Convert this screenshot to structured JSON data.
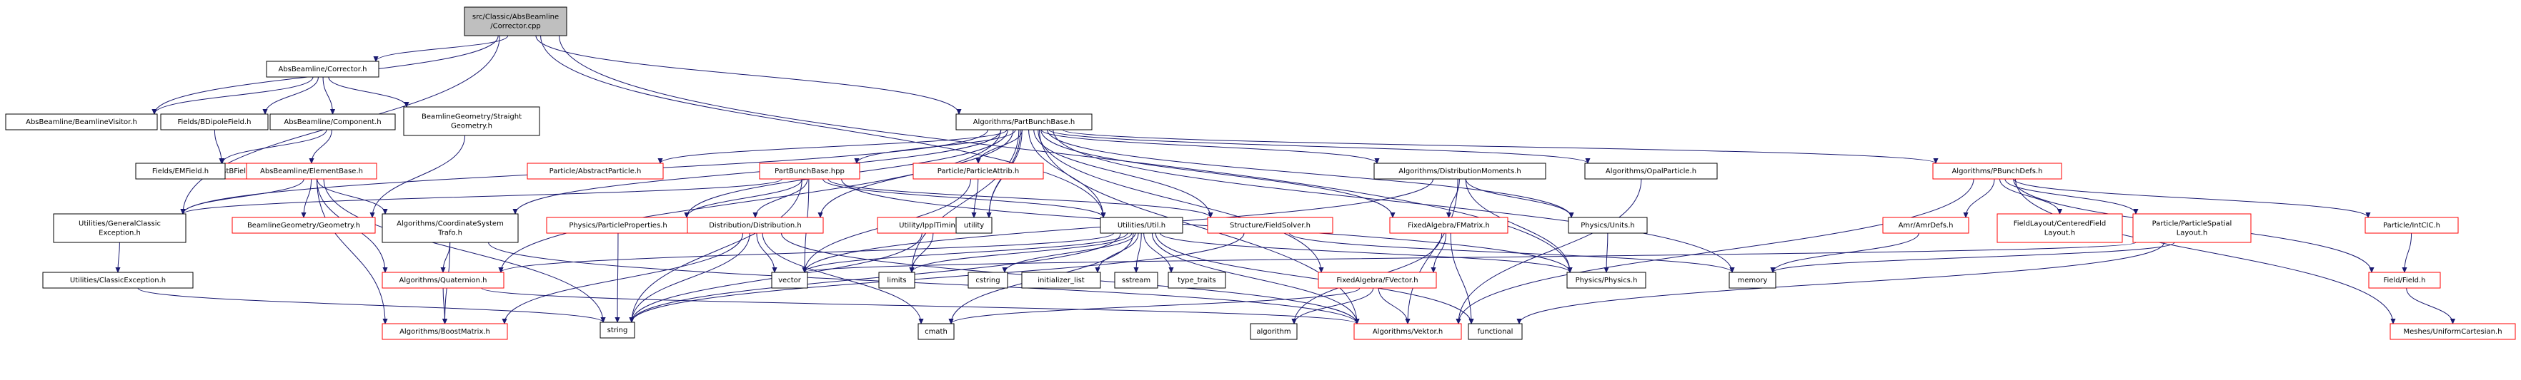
{
  "colors": {
    "edge": "#191970",
    "node_border": "#000000",
    "incomplete_border": "#ff0000",
    "root_fill": "#bfbfbf"
  },
  "nodes": [
    {
      "id": "root",
      "lines": [
        "src/Classic/AbsBeamline",
        "/Corrector.cpp"
      ],
      "kind": "root"
    },
    {
      "id": "corrector",
      "lines": [
        "AbsBeamline/Corrector.h"
      ],
      "kind": "normal"
    },
    {
      "id": "beamlinevisitor",
      "lines": [
        "AbsBeamline/BeamlineVisitor.h"
      ],
      "kind": "normal"
    },
    {
      "id": "bdipolefield",
      "lines": [
        "Fields/BDipoleField.h"
      ],
      "kind": "normal"
    },
    {
      "id": "component",
      "lines": [
        "AbsBeamline/Component.h"
      ],
      "kind": "normal"
    },
    {
      "id": "straightgeom",
      "lines": [
        "BeamlineGeometry/Straight",
        "Geometry.h"
      ],
      "kind": "normal"
    },
    {
      "id": "constbfield",
      "lines": [
        "Fields/ConstBField.h"
      ],
      "kind": "red"
    },
    {
      "id": "emfield",
      "lines": [
        "Fields/EMField.h"
      ],
      "kind": "normal"
    },
    {
      "id": "elementbase",
      "lines": [
        "AbsBeamline/ElementBase.h"
      ],
      "kind": "red"
    },
    {
      "id": "gce",
      "lines": [
        "Utilities/GeneralClassic",
        "Exception.h"
      ],
      "kind": "normal"
    },
    {
      "id": "classicexc",
      "lines": [
        "Utilities/ClassicException.h"
      ],
      "kind": "normal"
    },
    {
      "id": "bgeometry",
      "lines": [
        "BeamlineGeometry/Geometry.h"
      ],
      "kind": "red"
    },
    {
      "id": "coordsys",
      "lines": [
        "Algorithms/CoordinateSystem",
        "Trafo.h"
      ],
      "kind": "normal"
    },
    {
      "id": "quaternion",
      "lines": [
        "Algorithms/Quaternion.h"
      ],
      "kind": "red"
    },
    {
      "id": "boostmatrix",
      "lines": [
        "Algorithms/BoostMatrix.h"
      ],
      "kind": "red"
    },
    {
      "id": "string",
      "lines": [
        "string"
      ],
      "kind": "gray"
    },
    {
      "id": "partbunchbase",
      "lines": [
        "Algorithms/PartBunchBase.h"
      ],
      "kind": "normal"
    },
    {
      "id": "abstractparticle",
      "lines": [
        "Particle/AbstractParticle.h"
      ],
      "kind": "red"
    },
    {
      "id": "partbunchhpp",
      "lines": [
        "PartBunchBase.hpp"
      ],
      "kind": "red"
    },
    {
      "id": "particleattrib",
      "lines": [
        "Particle/ParticleAttrib.h"
      ],
      "kind": "red"
    },
    {
      "id": "physparticleprops",
      "lines": [
        "Physics/ParticleProperties.h"
      ],
      "kind": "red"
    },
    {
      "id": "distribution",
      "lines": [
        "Distribution/Distribution.h"
      ],
      "kind": "red"
    },
    {
      "id": "ippltimings",
      "lines": [
        "Utility/IpplTimings.h"
      ],
      "kind": "red"
    },
    {
      "id": "utilutil",
      "lines": [
        "Utilities/Util.h"
      ],
      "kind": "normal"
    },
    {
      "id": "fieldsolver",
      "lines": [
        "Structure/FieldSolver.h"
      ],
      "kind": "red"
    },
    {
      "id": "distmoments",
      "lines": [
        "Algorithms/DistributionMoments.h"
      ],
      "kind": "normal"
    },
    {
      "id": "fmatrix",
      "lines": [
        "FixedAlgebra/FMatrix.h"
      ],
      "kind": "red"
    },
    {
      "id": "fvector",
      "lines": [
        "FixedAlgebra/FVector.h"
      ],
      "kind": "red"
    },
    {
      "id": "physunits",
      "lines": [
        "Physics/Units.h"
      ],
      "kind": "normal"
    },
    {
      "id": "opalparticle",
      "lines": [
        "Algorithms/OpalParticle.h"
      ],
      "kind": "normal"
    },
    {
      "id": "physphysics",
      "lines": [
        "Physics/Physics.h"
      ],
      "kind": "normal"
    },
    {
      "id": "pbunchdefs",
      "lines": [
        "Algorithms/PBunchDefs.h"
      ],
      "kind": "red"
    },
    {
      "id": "amrdefs",
      "lines": [
        "Amr/AmrDefs.h"
      ],
      "kind": "red"
    },
    {
      "id": "centeredfield",
      "lines": [
        "FieldLayout/CenteredField",
        "Layout.h"
      ],
      "kind": "red"
    },
    {
      "id": "spatiallayout",
      "lines": [
        "Particle/ParticleSpatial",
        "Layout.h"
      ],
      "kind": "red"
    },
    {
      "id": "intcic",
      "lines": [
        "Particle/IntCIC.h"
      ],
      "kind": "red"
    },
    {
      "id": "fieldfield",
      "lines": [
        "Field/Field.h"
      ],
      "kind": "red"
    },
    {
      "id": "uniformcart",
      "lines": [
        "Meshes/UniformCartesian.h"
      ],
      "kind": "red"
    },
    {
      "id": "vektor",
      "lines": [
        "Algorithms/Vektor.h"
      ],
      "kind": "red"
    },
    {
      "id": "vector",
      "lines": [
        "vector"
      ],
      "kind": "gray"
    },
    {
      "id": "limits",
      "lines": [
        "limits"
      ],
      "kind": "gray"
    },
    {
      "id": "cstring",
      "lines": [
        "cstring"
      ],
      "kind": "gray"
    },
    {
      "id": "initlist",
      "lines": [
        "initializer_list"
      ],
      "kind": "gray"
    },
    {
      "id": "sstream",
      "lines": [
        "sstream"
      ],
      "kind": "gray"
    },
    {
      "id": "typetraits",
      "lines": [
        "type_traits"
      ],
      "kind": "gray"
    },
    {
      "id": "cmath",
      "lines": [
        "cmath"
      ],
      "kind": "gray"
    },
    {
      "id": "algorithm",
      "lines": [
        "algorithm"
      ],
      "kind": "gray"
    },
    {
      "id": "functional",
      "lines": [
        "functional"
      ],
      "kind": "gray"
    },
    {
      "id": "memory",
      "lines": [
        "memory"
      ],
      "kind": "gray"
    },
    {
      "id": "utility",
      "lines": [
        "utility"
      ],
      "kind": "gray"
    }
  ],
  "edges": [
    [
      "root",
      "corrector"
    ],
    [
      "root",
      "beamlinevisitor"
    ],
    [
      "root",
      "gce"
    ],
    [
      "root",
      "partbunchbase"
    ],
    [
      "root",
      "utilutil"
    ],
    [
      "root",
      "physphysics"
    ],
    [
      "corrector",
      "beamlinevisitor"
    ],
    [
      "corrector",
      "bdipolefield"
    ],
    [
      "corrector",
      "component"
    ],
    [
      "corrector",
      "straightgeom"
    ],
    [
      "bdipolefield",
      "constbfield"
    ],
    [
      "component",
      "emfield"
    ],
    [
      "component",
      "elementbase"
    ],
    [
      "straightgeom",
      "bgeometry"
    ],
    [
      "elementbase",
      "gce"
    ],
    [
      "elementbase",
      "bgeometry"
    ],
    [
      "elementbase",
      "coordsys"
    ],
    [
      "elementbase",
      "quaternion"
    ],
    [
      "elementbase",
      "string"
    ],
    [
      "elementbase",
      "boostmatrix"
    ],
    [
      "gce",
      "classicexc"
    ],
    [
      "classicexc",
      "string"
    ],
    [
      "coordsys",
      "quaternion"
    ],
    [
      "coordsys",
      "boostmatrix"
    ],
    [
      "coordsys",
      "vektor"
    ],
    [
      "quaternion",
      "boostmatrix"
    ],
    [
      "quaternion",
      "vektor"
    ],
    [
      "partbunchbase",
      "gce"
    ],
    [
      "partbunchbase",
      "abstractparticle"
    ],
    [
      "partbunchbase",
      "partbunchhpp"
    ],
    [
      "partbunchbase",
      "particleattrib"
    ],
    [
      "partbunchbase",
      "physparticleprops"
    ],
    [
      "partbunchbase",
      "distribution"
    ],
    [
      "partbunchbase",
      "ippltimings"
    ],
    [
      "partbunchbase",
      "utilutil"
    ],
    [
      "partbunchbase",
      "fieldsolver"
    ],
    [
      "partbunchbase",
      "distmoments"
    ],
    [
      "partbunchbase",
      "fmatrix"
    ],
    [
      "partbunchbase",
      "fvector"
    ],
    [
      "partbunchbase",
      "physunits"
    ],
    [
      "partbunchbase",
      "opalparticle"
    ],
    [
      "partbunchbase",
      "pbunchdefs"
    ],
    [
      "partbunchbase",
      "quaternion"
    ],
    [
      "partbunchbase",
      "coordsys"
    ],
    [
      "partbunchbase",
      "vektor"
    ],
    [
      "partbunchbase",
      "utility"
    ],
    [
      "partbunchbase",
      "memory"
    ],
    [
      "partbunchbase",
      "limits"
    ],
    [
      "partbunchhpp",
      "gce"
    ],
    [
      "partbunchhpp",
      "physparticleprops"
    ],
    [
      "partbunchhpp",
      "distribution"
    ],
    [
      "partbunchhpp",
      "utilutil"
    ],
    [
      "partbunchhpp",
      "fieldsolver"
    ],
    [
      "partbunchhpp",
      "string"
    ],
    [
      "partbunchhpp",
      "vector"
    ],
    [
      "partbunchhpp",
      "physphysics"
    ],
    [
      "particleattrib",
      "utility"
    ],
    [
      "particleattrib",
      "vector"
    ],
    [
      "physparticleprops",
      "string"
    ],
    [
      "distribution",
      "string"
    ],
    [
      "distribution",
      "vector"
    ],
    [
      "distribution",
      "cmath"
    ],
    [
      "distribution",
      "boostmatrix"
    ],
    [
      "distribution",
      "vektor"
    ],
    [
      "ippltimings",
      "string"
    ],
    [
      "ippltimings",
      "limits"
    ],
    [
      "utilutil",
      "quaternion"
    ],
    [
      "utilutil",
      "vektor"
    ],
    [
      "utilutil",
      "physphysics"
    ],
    [
      "utilutil",
      "string"
    ],
    [
      "utilutil",
      "vector"
    ],
    [
      "utilutil",
      "limits"
    ],
    [
      "utilutil",
      "cstring"
    ],
    [
      "utilutil",
      "initlist"
    ],
    [
      "utilutil",
      "sstream"
    ],
    [
      "utilutil",
      "typetraits"
    ],
    [
      "utilutil",
      "cmath"
    ],
    [
      "utilutil",
      "functional"
    ],
    [
      "fieldsolver",
      "string"
    ],
    [
      "fieldsolver",
      "memory"
    ],
    [
      "distmoments",
      "vector"
    ],
    [
      "distmoments",
      "fmatrix"
    ],
    [
      "distmoments",
      "physunits"
    ],
    [
      "distmoments",
      "physphysics"
    ],
    [
      "distmoments",
      "vektor"
    ],
    [
      "fmatrix",
      "fvector"
    ],
    [
      "fmatrix",
      "algorithm"
    ],
    [
      "fmatrix",
      "functional"
    ],
    [
      "fvector",
      "algorithm"
    ],
    [
      "fvector",
      "cmath"
    ],
    [
      "fvector",
      "vektor"
    ],
    [
      "physunits",
      "physphysics"
    ],
    [
      "opalparticle",
      "vektor"
    ],
    [
      "pbunchdefs",
      "amrdefs"
    ],
    [
      "pbunchdefs",
      "centeredfield"
    ],
    [
      "pbunchdefs",
      "spatiallayout"
    ],
    [
      "pbunchdefs",
      "intcic"
    ],
    [
      "pbunchdefs",
      "fieldfield"
    ],
    [
      "pbunchdefs",
      "uniformcart"
    ],
    [
      "pbunchdefs",
      "vektor"
    ],
    [
      "amrdefs",
      "memory"
    ],
    [
      "spatiallayout",
      "vector"
    ],
    [
      "spatiallayout",
      "memory"
    ],
    [
      "spatiallayout",
      "functional"
    ],
    [
      "intcic",
      "fieldfield"
    ],
    [
      "fieldfield",
      "uniformcart"
    ]
  ]
}
